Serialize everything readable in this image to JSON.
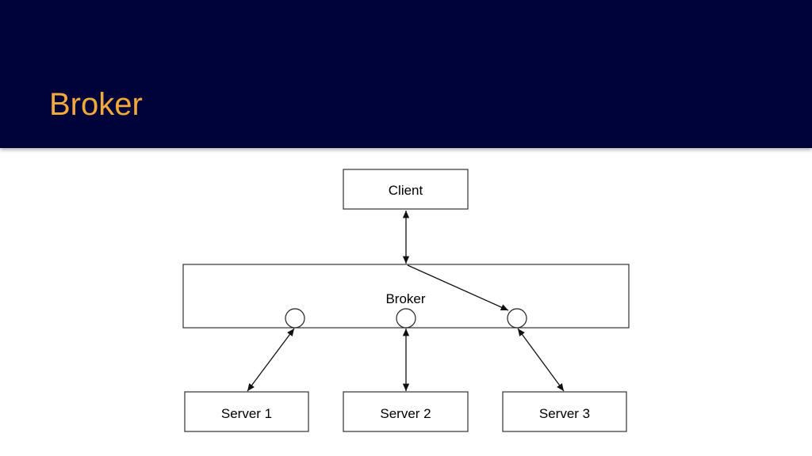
{
  "slide": {
    "title": "Broker"
  },
  "diagram": {
    "nodes": {
      "client": "Client",
      "broker": "Broker",
      "server_1": "Server 1",
      "server_2": "Server 2",
      "server_3": "Server 3"
    },
    "links": [
      {
        "from": "client",
        "to": "broker",
        "bidirectional": true
      },
      {
        "from": "broker",
        "to": "broker-port-3",
        "bidirectional": false
      },
      {
        "from": "broker-port-1",
        "to": "server_1",
        "bidirectional": true
      },
      {
        "from": "broker-port-2",
        "to": "server_2",
        "bidirectional": true
      },
      {
        "from": "broker-port-3",
        "to": "server_3",
        "bidirectional": true
      }
    ]
  }
}
